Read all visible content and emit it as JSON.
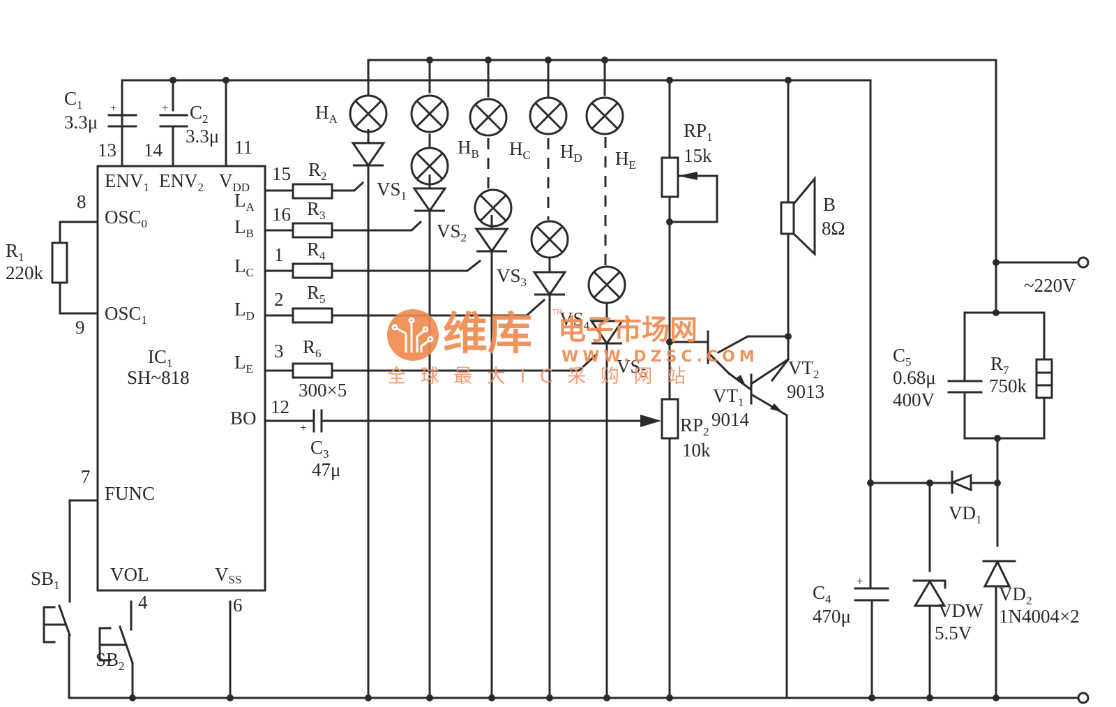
{
  "diagram": {
    "type": "circuit-schematic",
    "ic": {
      "ref": "IC",
      "ref_sub": "1",
      "part": "SH~818",
      "pins": {
        "env1": {
          "name": "ENV",
          "sub": "1",
          "num": "13"
        },
        "env2": {
          "name": "ENV",
          "sub": "2",
          "num": "14"
        },
        "vdd": {
          "name": "V",
          "sub": "DD",
          "num": "11"
        },
        "osc0": {
          "name": "OSC",
          "sub": "0",
          "num": "8"
        },
        "osc1": {
          "name": "OSC",
          "sub": "1",
          "num": "9"
        },
        "la": {
          "name": "L",
          "sub": "A",
          "num": "15"
        },
        "lb": {
          "name": "L",
          "sub": "B",
          "num": "16"
        },
        "lc": {
          "name": "L",
          "sub": "C",
          "num": "1"
        },
        "ld": {
          "name": "L",
          "sub": "D",
          "num": "2"
        },
        "le": {
          "name": "L",
          "sub": "E",
          "num": "3"
        },
        "bo": {
          "name": "BO",
          "num": "12"
        },
        "func": {
          "name": "FUNC",
          "num": "7"
        },
        "vol": {
          "name": "VOL",
          "num": "4"
        },
        "vss": {
          "name": "V",
          "sub": "SS",
          "num": "6"
        }
      }
    },
    "components": {
      "c1": {
        "ref": "C",
        "sub": "1",
        "value": "3.3μ",
        "polarity": "+"
      },
      "c2": {
        "ref": "C",
        "sub": "2",
        "value": "3.3μ",
        "polarity": "+"
      },
      "c3": {
        "ref": "C",
        "sub": "3",
        "value": "47μ",
        "polarity": "+"
      },
      "c4": {
        "ref": "C",
        "sub": "4",
        "value": "470μ",
        "polarity": "+"
      },
      "c5": {
        "ref": "C",
        "sub": "5",
        "value": "0.68μ",
        "rating": "400V"
      },
      "r1": {
        "ref": "R",
        "sub": "1",
        "value": "220k"
      },
      "r2": {
        "ref": "R",
        "sub": "2"
      },
      "r3": {
        "ref": "R",
        "sub": "3"
      },
      "r4": {
        "ref": "R",
        "sub": "4"
      },
      "r5": {
        "ref": "R",
        "sub": "5"
      },
      "r6": {
        "ref": "R",
        "sub": "6"
      },
      "r2_r6_value": "300×5",
      "r7": {
        "ref": "R",
        "sub": "7",
        "value": "750k"
      },
      "rp1": {
        "ref": "RP",
        "sub": "1",
        "value": "15k"
      },
      "rp2": {
        "ref": "RP",
        "sub": "2",
        "value": "10k"
      },
      "ha": {
        "ref": "H",
        "sub": "A"
      },
      "hb": {
        "ref": "H",
        "sub": "B"
      },
      "hc": {
        "ref": "H",
        "sub": "C"
      },
      "hd": {
        "ref": "H",
        "sub": "D"
      },
      "he": {
        "ref": "H",
        "sub": "E"
      },
      "vs1": {
        "ref": "VS",
        "sub": "1"
      },
      "vs2": {
        "ref": "VS",
        "sub": "2"
      },
      "vs3": {
        "ref": "VS",
        "sub": "3"
      },
      "vs4": {
        "ref": "VS",
        "sub": "4"
      },
      "vs5": {
        "ref": "VS",
        "sub": "5"
      },
      "vt1": {
        "ref": "VT",
        "sub": "1",
        "value": "9014"
      },
      "vt2": {
        "ref": "VT",
        "sub": "2",
        "value": "9013"
      },
      "speaker": {
        "ref": "B",
        "value": "8Ω"
      },
      "sb1": {
        "ref": "SB",
        "sub": "1"
      },
      "sb2": {
        "ref": "SB",
        "sub": "2"
      },
      "vd1": {
        "ref": "VD",
        "sub": "1"
      },
      "vd2": {
        "ref": "VD",
        "sub": "2",
        "value": "1N4004×2"
      },
      "vdw": {
        "ref": "VDW",
        "value": "5.5V"
      },
      "supply": {
        "label": "~220V"
      }
    },
    "watermark": {
      "brand": "维库",
      "tagline": "电子市场网",
      "url": "WWW.DZSC.COM",
      "slogan": "全 球 最 大 I C 采 购 网 站",
      "tm": "TM",
      "color": "#f08a50"
    }
  }
}
